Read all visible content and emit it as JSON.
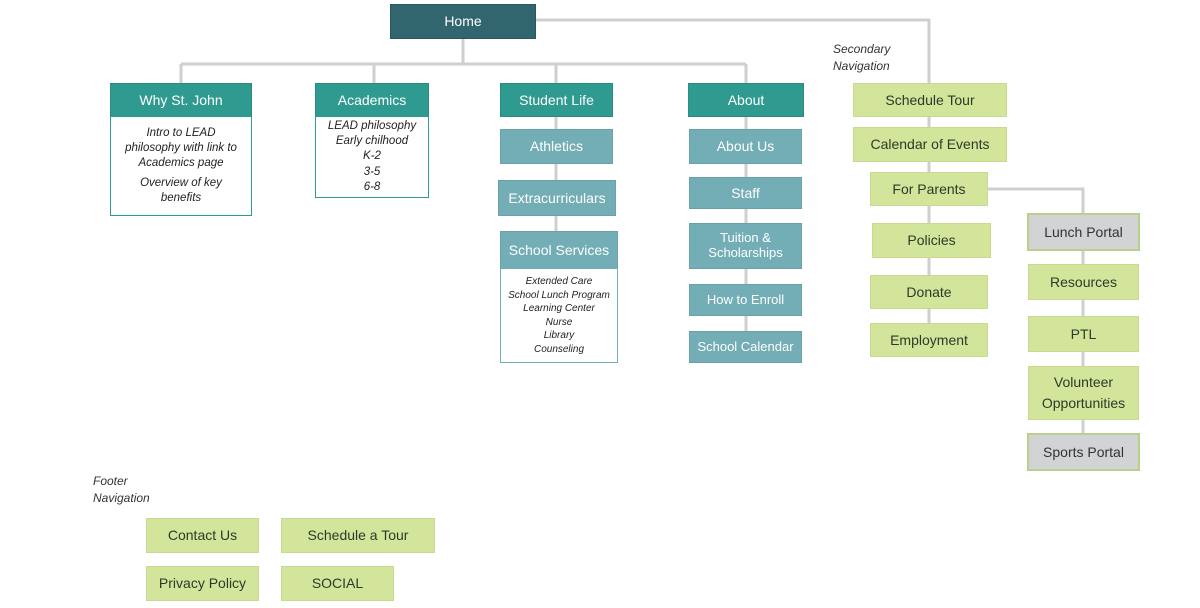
{
  "home": "Home",
  "primary": {
    "why": "Why St. John",
    "academics": "Academics",
    "student_life": "Student Life",
    "about": "About"
  },
  "why_details": [
    "Intro to LEAD philosophy with link to Academics page",
    "Overview of key benefits"
  ],
  "academics_details": [
    "LEAD philosophy",
    "Early chilhood",
    "K-2",
    "3-5",
    "6-8"
  ],
  "student_life_items": {
    "athletics": "Athletics",
    "extracurriculars": "Extracurriculars",
    "school_services": "School Services"
  },
  "school_services_details": [
    "Extended Care",
    "School Lunch Program",
    "Learning Center",
    "Nurse",
    "Library",
    "Counseling"
  ],
  "about_items": {
    "about_us": "About Us",
    "staff": "Staff",
    "tuition": "Tuition &\nScholarships",
    "enroll": "How to Enroll",
    "calendar": "School Calendar"
  },
  "secondary": {
    "label": "Secondary\nNavigation",
    "schedule_tour": "Schedule Tour",
    "calendar_events": "Calendar of Events",
    "for_parents": "For Parents",
    "policies": "Policies",
    "donate": "Donate",
    "employment": "Employment",
    "lunch_portal": "Lunch Portal",
    "resources": "Resources",
    "ptl": "PTL",
    "volunteer": "Volunteer\nOpportunities",
    "sports_portal": "Sports Portal"
  },
  "footer": {
    "label": "Footer\nNavigation",
    "contact": "Contact Us",
    "schedule_tour": "Schedule a Tour",
    "privacy": "Privacy Policy",
    "social": "SOCIAL"
  }
}
